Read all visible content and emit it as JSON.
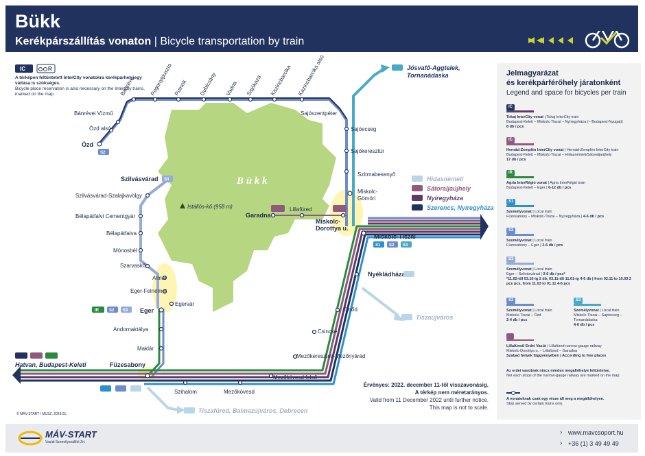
{
  "header": {
    "title": "Bükk",
    "subtitle_hu": "Kerékpárszállítás vonaton",
    "subtitle_en": "Bicycle transportation by train"
  },
  "ic_note": {
    "badge_r": "R",
    "hu": "A térképen feltüntetett InterCity vonatokra kerékpárhelyjegy váltása is szükséges.",
    "en": "Bicycle place reservation is also necessary on the InterCity trains, marked on the map."
  },
  "map": {
    "region_label": "B ü k k",
    "peak_label": "Istállós-kő (958 m)",
    "stations": {
      "banreve": "Bánréve",
      "pogonyipuszta": "Pogonyipuszta",
      "putnok": "Putnok",
      "dubicsany": "Dubicsány",
      "vadna": "Vadna",
      "sajokaza": "Sajókaza",
      "kazincbarcika": "Kazincbarcika",
      "kazincbarcika_also": "Kazincbarcika alsó",
      "banrevei_vizmu": "Bánrévei Vízmű",
      "ozd_also": "Ózd alsó",
      "ozd": "Ózd",
      "sajoszentpeter": "Sajószentpéter",
      "sajoecseg": "Sajóecseg",
      "sajokeresztur": "Sajókeresztúr",
      "szirmabesenyo": "Szirmabesenyő",
      "miskolc_gomori": "Miskolc-Gömöri",
      "szilvasvarad": "Szilvásvárad",
      "szilvasvarad_szalajka": "Szilvásvárad-Szalajkavölgy",
      "belapatfalvi_cement": "Bélapátfalvi Cementgyár",
      "belapatfalva": "Bélapátfalva",
      "monosbel": "Mónosbél",
      "szarvasko": "Szarvaskő",
      "almar": "Almár",
      "eger_felnemet": "Eger-Felnémet",
      "egervar": "Egervár",
      "eger": "Eger",
      "andornaktalya": "Andornaktálya",
      "maklar": "Maklár",
      "fuzesabony": "Füzesabony",
      "szihalom": "Szihalom",
      "mezokovesd": "Mezőkövesd",
      "mezokovesd_felso": "Mezőkövesd felső",
      "mezokeresztes": "Mezőkeresztes-Mezőnyárád",
      "csincse": "Csincse",
      "emod": "Emőd",
      "nyekladhaza": "Nyékládháza",
      "miskolc_tiszai": "Miskolc-Tiszai",
      "garadna": "Garadna",
      "lillafured": "Lillafüred",
      "miskolc_dorottya": "Miskolc-Dorottya u."
    },
    "destinations": {
      "josvafo": "Jósvafő-Aggtelek, Tornanádaska",
      "hidasnemeti": "Hidasnémeti",
      "satoraljaujhely": "Sátoraljaújhely",
      "nyiregyhaza": "Nyíregyháza",
      "szerencs": "Szerencs, Nyíregyháza",
      "tiszaujvaros": "Tiszaújváros",
      "tiszafured": "Tiszafüred, Balmazújváros, Debrecen",
      "hatvan": "Hatvan, Budapest-Keleti"
    },
    "badges": {
      "ic": "IC",
      "ir": "IR",
      "s1": "S1",
      "s2": "S2",
      "s3": "S3"
    }
  },
  "validity": {
    "hu_1": "Érvényes: 2022. december 11-től visszavonásig.",
    "hu_2": "A térkép nem méretarányos.",
    "en_1": "Valid from 11 December 2022 until further notice.",
    "en_2": "This map is not to scale."
  },
  "legend": {
    "title_1": "Jelmagyarázat",
    "title_2": "és kerékpárférőhely járatonként",
    "title_en": "Legend and space for bicycles per train",
    "items": [
      {
        "name": "Tokaj InterCity vonat",
        "rest": " | Tokaj InterCity train",
        "route": "Budapest-Keleti – Miskolc-Tiszai – Nyíregyháza (– Budapest-Nyugati)",
        "bikes": "8 db / pcs"
      },
      {
        "name": "Hernád-Zemplén InterCity vonat",
        "rest": " | Hernád-Zemplén InterCity train",
        "route": "Budapest-Keleti – Miskolc-Tiszai – Hidasnémeti/Sátoraljaújhely",
        "bikes": "17 db / pcs"
      },
      {
        "name": "Agria InterRégió vonat",
        "rest": " | Agria InterRégió train",
        "route": "Budapest-Keleti – Eger",
        "bikes": "6-12 db / pcs"
      },
      {
        "name": "Személyvonat",
        "rest": " | Local train",
        "route": "Füzesabony – Miskolc-Tiszai – Nyíregyháza",
        "bikes": "4-6 db / pcs"
      },
      {
        "name": "Személyvonat",
        "rest": " | Local train",
        "route": "Füzesabony – Eger",
        "bikes": "2-6 db / pcs"
      },
      {
        "name": "Személyvonat",
        "rest": " | Local train",
        "route": "Eger – Szilvásvárad",
        "bikes": "2-6 db / pcs*"
      },
      {
        "name": "Személyvonat",
        "rest": " | Local train",
        "route": "Miskolc-Tiszai – Ózd",
        "bikes": "2-4 db / pcs"
      },
      {
        "name": "Személyvonat",
        "rest": " | Local train",
        "route": "Miskolc-Tiszai – Sajóecseg – Tornanádaska",
        "bikes": "4-6 db / pcs"
      },
      {
        "name": "Lillafüredi Erdei Vasút",
        "rest": " | Lillafüred narrow-gauge railway",
        "route": "Miskolc-Dorottya u. – Lillafüred – Garadna",
        "bikes": "Szabad helyek függvényében | According to free places"
      }
    ],
    "footnote": "*11.02-től 03.10-ig 2 db, 03.11-től 11.01-ig 4-6 db | from 02.11 to 10.03 2 pcs pcs, from 11.03 to 01.11 4-6 pcs",
    "narrow_note_hu": "Az erdei vasútnak nincs minden megállóhelye feltüntetve.",
    "narrow_note_en": "Not each stops of the narrow-gauge railway are marked on the map.",
    "stop_note_hu": "A vonatoknak csak egy része áll meg a megállóhelyen.",
    "stop_note_en": "Stop served by certain trains only."
  },
  "footer": {
    "copyright": "© MÁV-START / MUSZ. 2023.01.",
    "logo": "MÁV-START",
    "logo_sub": "Vasúti Személyszállító Zrt.",
    "url": "www.mavcsoport.hu",
    "phone": "+36 (1) 3 49 49 49"
  },
  "colors": {
    "navy": "#22325f",
    "s1": "#2e8fd0",
    "s2": "#6c8ccc",
    "s3": "#94aad8",
    "s4_teal": "#4aa8c8",
    "purple": "#5a3c66",
    "mauve": "#8e5a7e",
    "green": "#2b8a3e",
    "lightgreen": "#a9cf6c",
    "accent": "#c8d32f"
  }
}
